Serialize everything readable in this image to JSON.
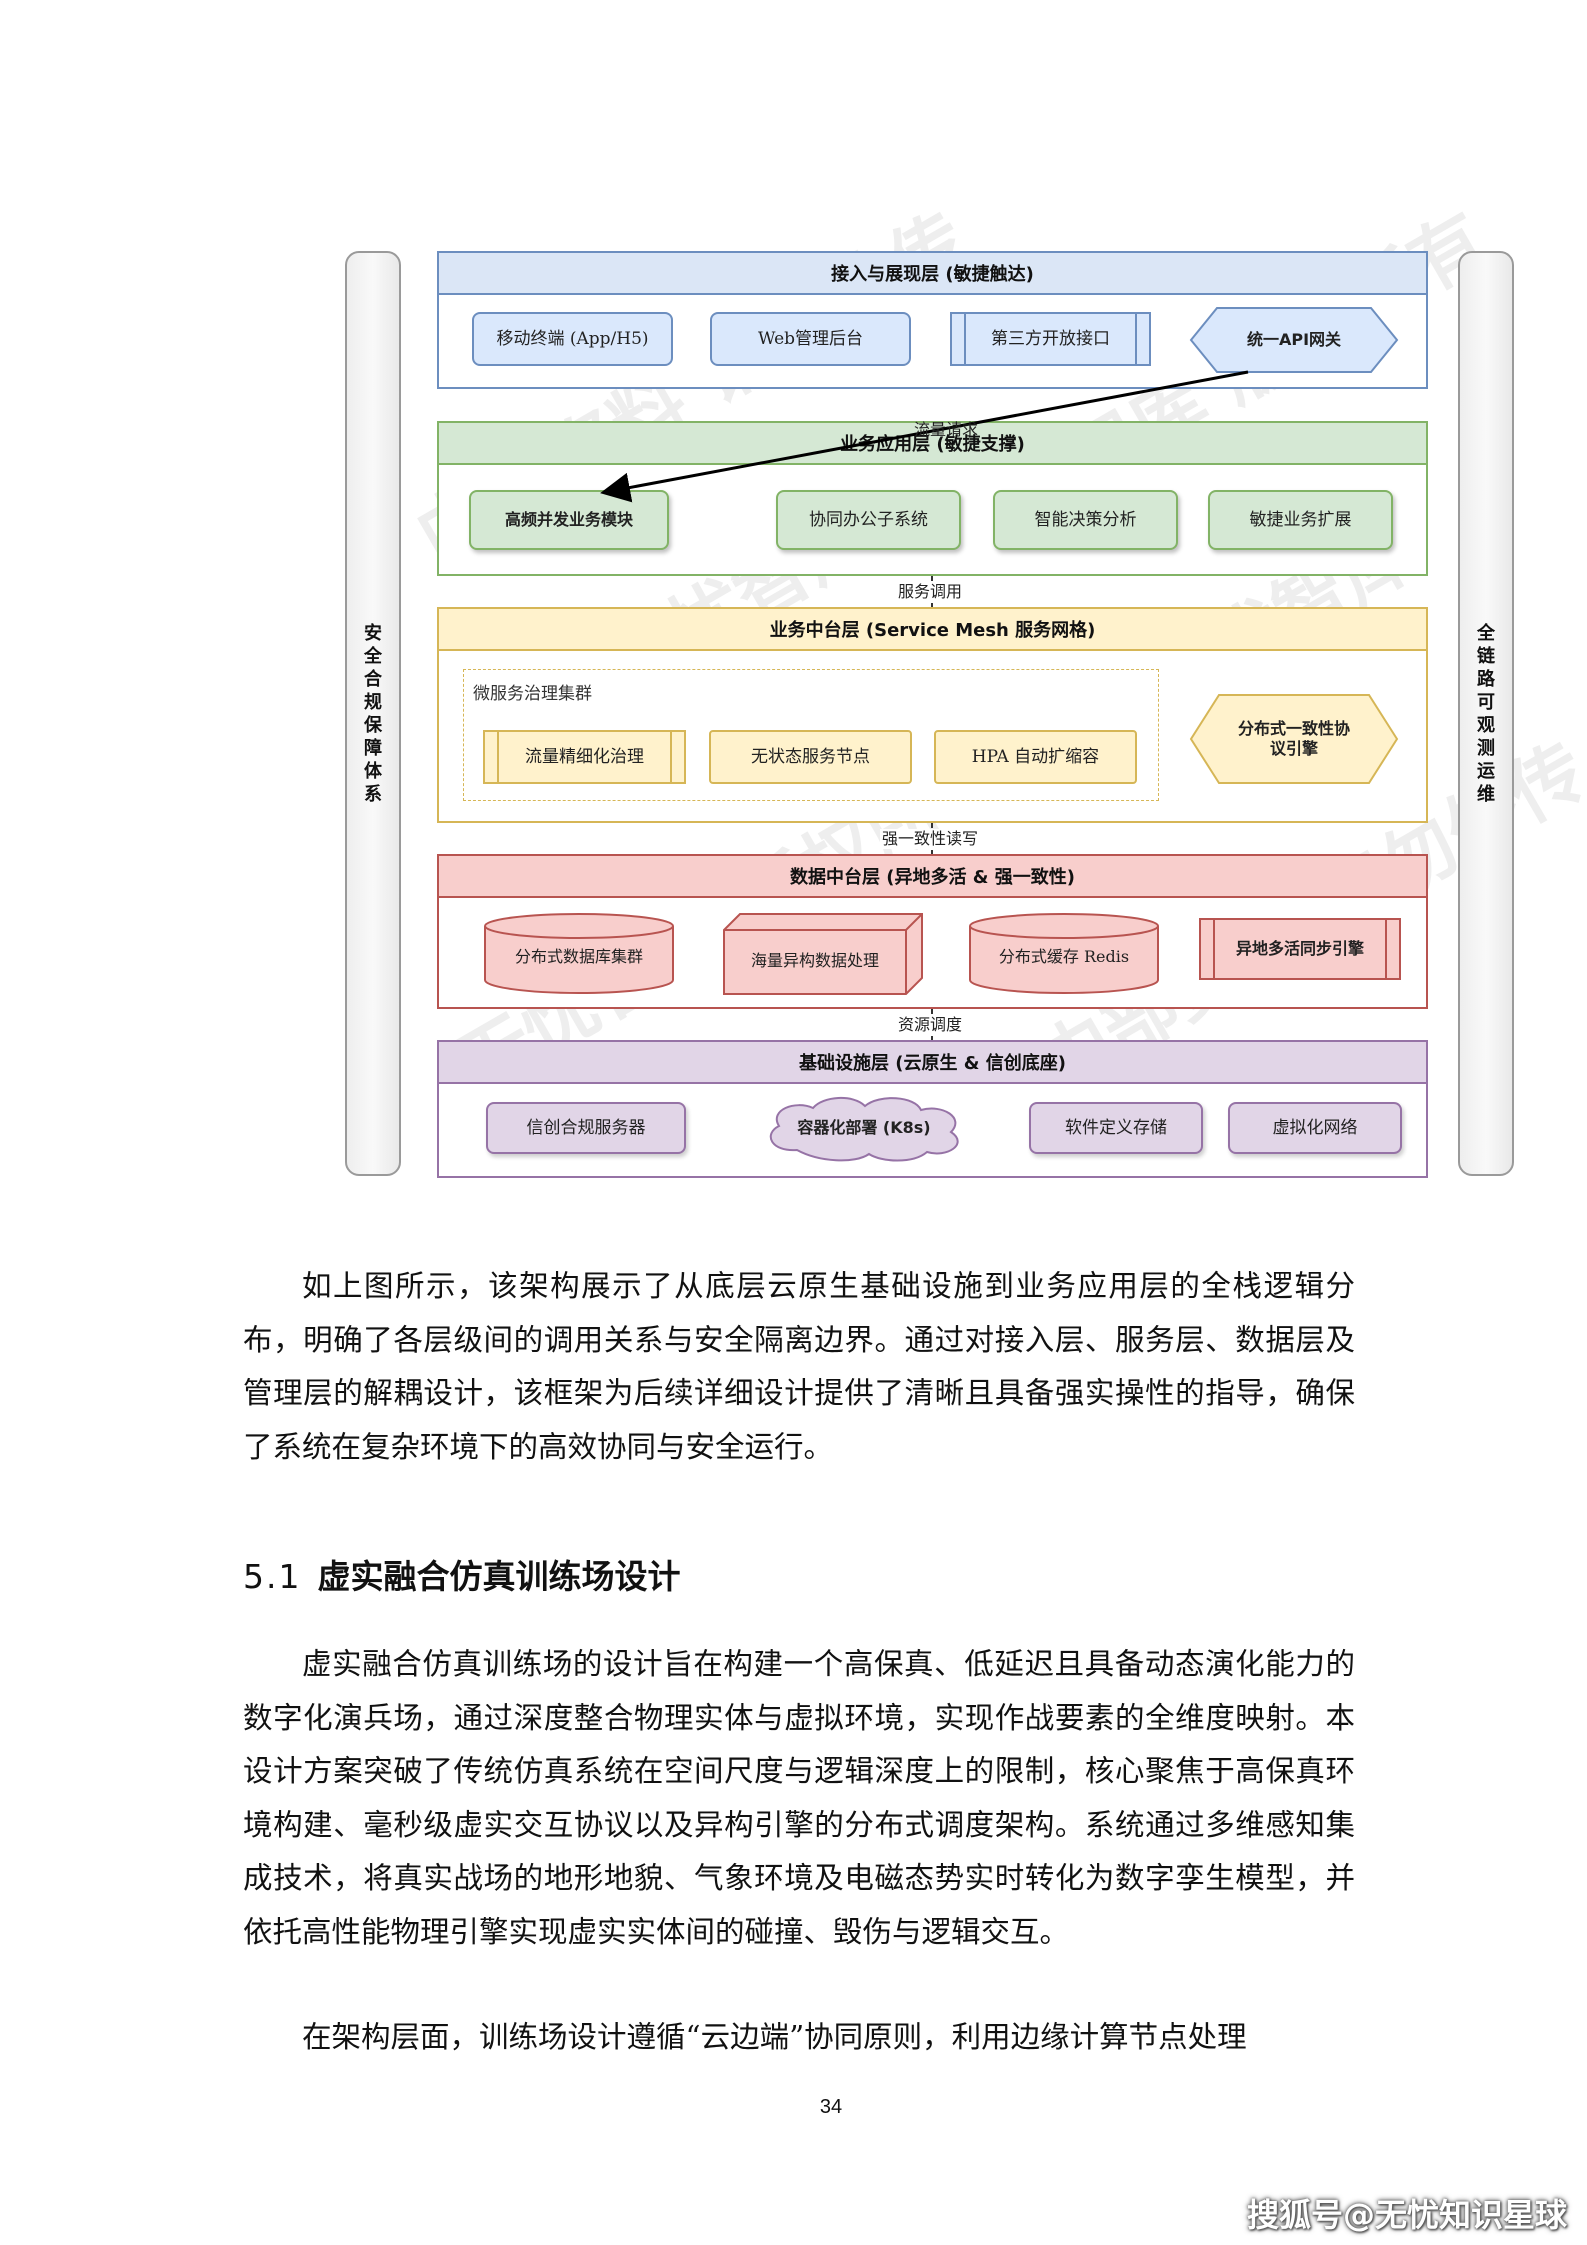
{
  "diagram": {
    "left_bar": "安全合规保障体系",
    "right_bar": "全链路可观测运维",
    "layers": [
      {
        "title": "接入与展现层 (敏捷触达)",
        "nodes": [
          "移动终端 (App/H5)",
          "Web管理后台",
          "第三方开放接口",
          "统一API网关"
        ]
      },
      {
        "title": "业务应用层 (敏捷支撑)",
        "nodes": [
          "高频并发业务模块",
          "协同办公子系统",
          "智能决策分析",
          "敏捷业务扩展"
        ]
      },
      {
        "title": "业务中台层 (Service Mesh 服务网格)",
        "cluster_label": "微服务治理集群",
        "nodes": [
          "流量精细化治理",
          "无状态服务节点",
          "HPA 自动扩缩容",
          "分布式一致性协议引擎"
        ]
      },
      {
        "title": "数据中台层 (异地多活 & 强一致性)",
        "nodes": [
          "分布式数据库集群",
          "海量异构数据处理",
          "分布式缓存 Redis",
          "异地多活同步引擎"
        ]
      },
      {
        "title": "基础设施层 (云原生 & 信创底座)",
        "nodes": [
          "信创合规服务器",
          "容器化部署 (K8s)",
          "软件定义存储",
          "虚拟化网络"
        ]
      }
    ],
    "edges": [
      "流量请求",
      "服务调用",
      "强一致性读写",
      "资源调度"
    ],
    "watermarks": [
      "内部资料 请勿外传",
      "无忧智库 版权所有",
      "©无忧智库"
    ]
  },
  "paragraph1": "如上图所示，该架构展示了从底层云原生基础设施到业务应用层的全栈逻辑分布，明确了各层级间的调用关系与安全隔离边界。通过对接入层、服务层、数据层及管理层的解耦设计，该框架为后续详细设计提供了清晰且具备强实操性的指导，确保了系统在复杂环境下的高效协同与安全运行。",
  "section": {
    "number": "5.1",
    "title": "虚实融合仿真训练场设计"
  },
  "paragraph2": "虚实融合仿真训练场的设计旨在构建一个高保真、低延迟且具备动态演化能力的数字化演兵场，通过深度整合物理实体与虚拟环境，实现作战要素的全维度映射。本设计方案突破了传统仿真系统在空间尺度与逻辑深度上的限制，核心聚焦于高保真环境构建、毫秒级虚实交互协议以及异构引擎的分布式调度架构。系统通过多维感知集成技术，将真实战场的地形地貌、气象环境及电磁态势实时转化为数字孪生模型，并依托高性能物理引擎实现虚实实体间的碰撞、毁伤与逻辑交互。",
  "paragraph3": "在架构层面，训练场设计遵循“云边端”协同原则，利用边缘计算节点处理",
  "page_number": "34",
  "source_mark": "搜狐号@无忧知识星球"
}
